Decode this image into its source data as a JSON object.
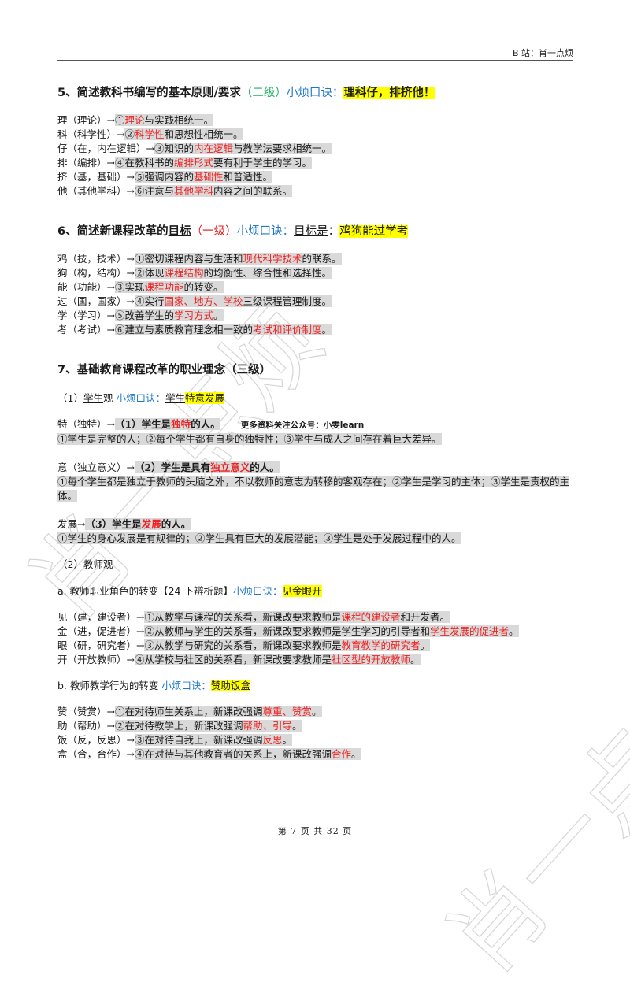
{
  "header": {
    "right_text": "B 站：肖一点烦"
  },
  "watermark": {
    "text": "肖一点烦"
  },
  "section5": {
    "number_title": "5、简述教科书编写的基本原则/要求",
    "level": "（二级）",
    "tip_label": "小烦口诀：",
    "mnemonic": "理科仔，排挤他！",
    "items": [
      {
        "key": "理（理论）→",
        "pre": "①",
        "red": "理论",
        "post": "与实践相统一。"
      },
      {
        "key": "科（科学性）→",
        "pre": "②",
        "red": "科学性",
        "post": "和思想性相统一。"
      },
      {
        "key": "仔（在，内在逻辑）→",
        "pre": "③知识的",
        "red": "内在逻辑",
        "post": "与教学法要求相统一。"
      },
      {
        "key": "排（编排）→",
        "pre": "④在教科书的",
        "red": "编排形式",
        "post": "要有利于学生的学习。"
      },
      {
        "key": "挤（基，基础）→",
        "pre": "⑤强调内容的",
        "red": "基础性",
        "post": "和普适性。"
      },
      {
        "key": "他（其他学科）→",
        "pre": "⑥注意与",
        "red": "其他学科",
        "post": "内容之间的联系。"
      }
    ]
  },
  "section6": {
    "title_pre": "6、简述新课程改革的",
    "title_underlined": "目标",
    "level": "（一级）",
    "tip_label": "小烦口诀：",
    "tip_underlined": "目标是",
    "tip_colon": "：",
    "mnemonic": "鸡狗能过学考",
    "items": [
      {
        "key": "鸡（技，技术）→",
        "pre": "①密切课程内容与生活和",
        "red": "现代科学技术",
        "post": "的联系。"
      },
      {
        "key": "狗（构，结构）→",
        "pre": "②体现",
        "red": "课程结构",
        "post": "的均衡性、综合性和选择性。"
      },
      {
        "key": "能（功能）→",
        "pre": "③实现",
        "red": "课程功能",
        "post": "的转变。"
      },
      {
        "key": "过（国，国家）→",
        "pre": "④实行",
        "red": "国家、地方、学校",
        "post": "三级课程管理制度。"
      },
      {
        "key": "学（学习）→",
        "pre": "⑤改善学生的",
        "red": "学习方式",
        "post": "。"
      },
      {
        "key": "考（考试）→",
        "pre": "⑥建立与素质教育理念相一致的",
        "red": "考试和评价制度",
        "post": "。"
      }
    ]
  },
  "section7": {
    "title": "7、基础教育课程改革的职业理念（三级）",
    "student_view": {
      "label_pre": "（1）",
      "label_underlined": "学生",
      "label_post": "观",
      "tip_label": "小烦口诀：",
      "tip_underlined": "学生",
      "mnemonic": "特意发展",
      "promo": "更多资料关注公众号：小雯learn",
      "points": [
        {
          "key": "特（独特）→",
          "head_pre": "（1）学生是",
          "head_red": "独特",
          "head_post": "的人。",
          "detail": "①学生是完整的人；②每个学生都有自身的独特性；③学生与成人之间存在着巨大差异。"
        },
        {
          "key": "意（独立意义）→",
          "head_pre": "（2）学生是具有",
          "head_red": "独立意义",
          "head_post": "的人。",
          "detail": "①每个学生都是独立于教师的头脑之外，不以教师的意志为转移的客观存在；②学生是学习的主体；③学生是责权的主体。"
        },
        {
          "key": "发展→",
          "head_pre": "（3）学生是",
          "head_red": "发展",
          "head_post": "的人。",
          "detail": "①学生的身心发展是有规律的；②学生具有巨大的发展潜能；③学生是处于发展过程中的人。"
        }
      ]
    },
    "teacher_view": {
      "label": "（2）教师观",
      "role": {
        "title": "a. 教师职业角色的转变【24 下辨析题】",
        "tip_label": "小烦口诀：",
        "mnemonic": "见金眼开",
        "items": [
          {
            "key": "见（建，建设者）→",
            "pre": "①从教学与课程的关系看，新课改要求教师是",
            "red": "课程的建设者",
            "post": "和开发者。"
          },
          {
            "key": "金（进，促进者）→",
            "pre": "②从教师与学生的关系看，新课改要求教师是学生学习的引导者和",
            "red": "学生发展的促进者",
            "post": "。"
          },
          {
            "key": "眼（研，研究者）→",
            "pre": "③从教学与研究的关系看，新课改要求教师是",
            "red": "教育教学的研究者",
            "post": "。"
          },
          {
            "key": "开（开放教师）→",
            "pre": "④从学校与社区的关系看，新课改要求教师是",
            "red": "社区型的开放教师",
            "post": "。"
          }
        ]
      },
      "behavior": {
        "title": "b. 教师教学行为的转变",
        "tip_label": "小烦口诀：",
        "mnemonic": "赞助饭盒",
        "items": [
          {
            "key": "赞（赞赏）→",
            "pre": "①在对待师生关系上，新课改强调",
            "red": "尊重、赞赏",
            "post": "。"
          },
          {
            "key": "助（帮助）→",
            "pre": "②在对待教学上，新课改强调",
            "red": "帮助、引导",
            "post": "。"
          },
          {
            "key": "饭（反，反思）→",
            "pre": "③在对待自我上，新课改强调",
            "red": "反思",
            "post": "。"
          },
          {
            "key": "盒（合，合作）→",
            "pre": "④在对待与其他教育者的关系上，新课改强调",
            "red": "合作",
            "post": "。"
          }
        ]
      }
    }
  },
  "footer": {
    "page_text": "第 7 页 共 32 页"
  }
}
